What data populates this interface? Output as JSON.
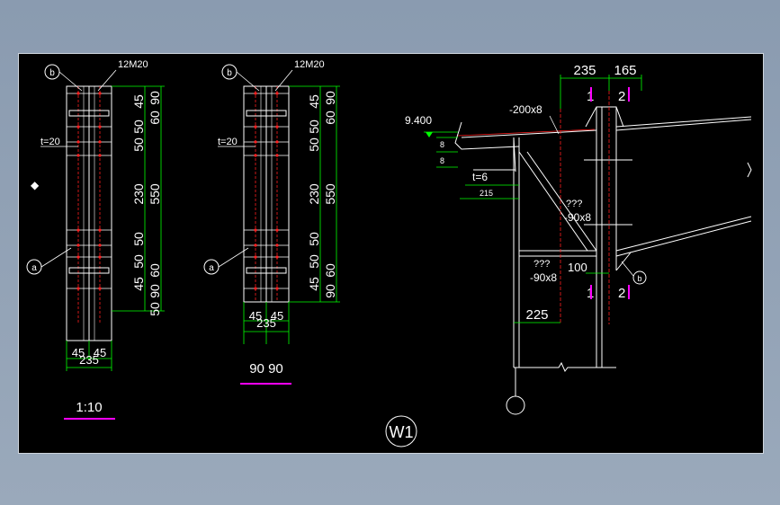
{
  "colors": {
    "background": "#000000",
    "frame": "#8e9fb2",
    "line": "#ffffff",
    "dim": "#00ff00",
    "bolt": "#ff2020",
    "accent": "#ff00ff"
  },
  "detail_left": {
    "circle_top": "b",
    "circle_bottom": "a",
    "bolt_spec": "12M20",
    "thickness": "t=20",
    "dims_outer": [
      "90",
      "60",
      "550",
      "60",
      "90"
    ],
    "dims_inner": [
      "45",
      "50",
      "50",
      "230",
      "50",
      "50",
      "45"
    ],
    "dim_bottom_tail": "50",
    "width_dims": [
      "45",
      "45"
    ],
    "width_total": "235",
    "scale_label": "1:10"
  },
  "detail_mid": {
    "circle_top": "b",
    "circle_bottom": "a",
    "bolt_spec": "12M20",
    "thickness": "t=20",
    "dims_outer": [
      "90",
      "60",
      "550",
      "60",
      "90"
    ],
    "dims_inner": [
      "45",
      "50",
      "50",
      "230",
      "50",
      "50",
      "45"
    ],
    "width_dims": [
      "45",
      "45"
    ],
    "width_total": "235",
    "label": "90 90"
  },
  "elevation": {
    "dim_top_left": "235",
    "dim_top_right": "165",
    "section_1": "1",
    "section_2": "2",
    "level": "9.400",
    "plate_top": "-200x8",
    "small_dim_a": "8",
    "small_dim_b": "8",
    "stiffener_t": "t=6",
    "stiffener_w": "215",
    "qmark_1": "???",
    "plate_diag": "-90x8",
    "qmark_2": "???",
    "plate_lower": "-90x8",
    "dim_100": "100",
    "circle_b": "b",
    "dim_225": "225"
  },
  "drawing_title": "W1"
}
